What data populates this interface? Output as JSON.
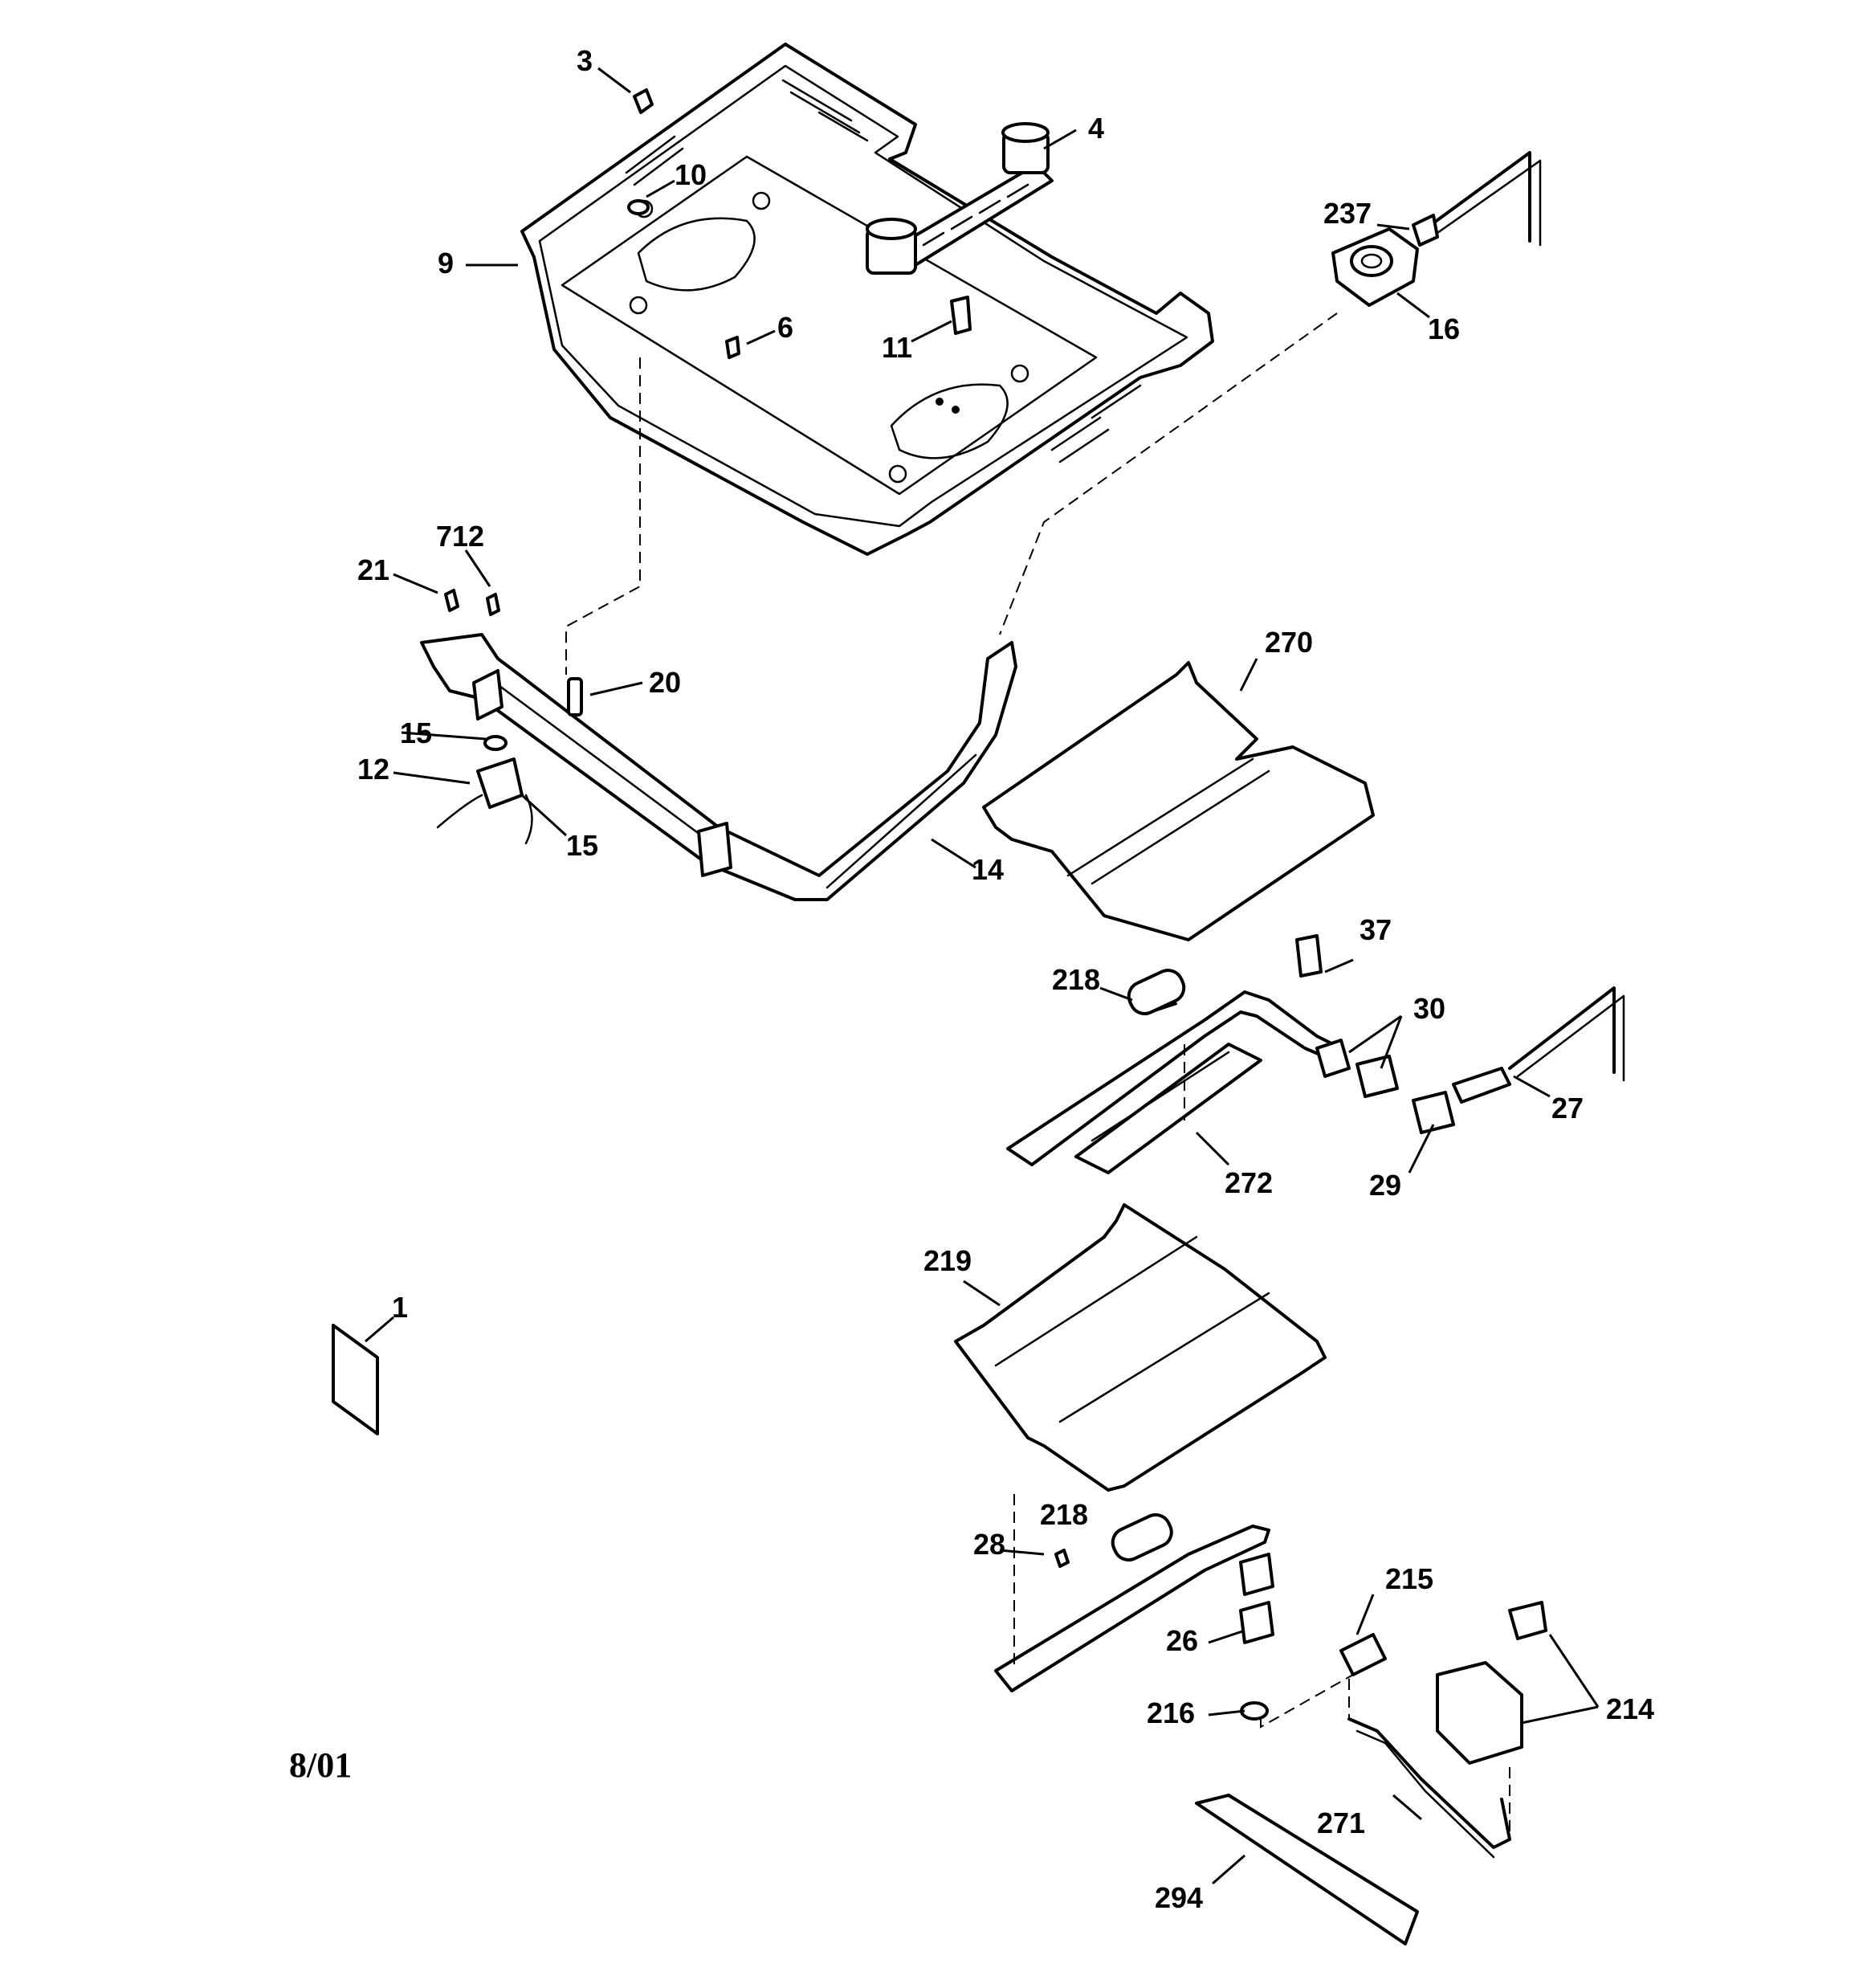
{
  "diagram": {
    "date_code": "8/01",
    "callouts": [
      {
        "id": "c3",
        "text": "3"
      },
      {
        "id": "c4",
        "text": "4"
      },
      {
        "id": "c10",
        "text": "10"
      },
      {
        "id": "c9",
        "text": "9"
      },
      {
        "id": "c237",
        "text": "237"
      },
      {
        "id": "c16",
        "text": "16"
      },
      {
        "id": "c6",
        "text": "6"
      },
      {
        "id": "c11",
        "text": "11"
      },
      {
        "id": "c712",
        "text": "712"
      },
      {
        "id": "c21",
        "text": "21"
      },
      {
        "id": "c20",
        "text": "20"
      },
      {
        "id": "c270",
        "text": "270"
      },
      {
        "id": "c15a",
        "text": "15"
      },
      {
        "id": "c12",
        "text": "12"
      },
      {
        "id": "c15b",
        "text": "15"
      },
      {
        "id": "c14",
        "text": "14"
      },
      {
        "id": "c37",
        "text": "37"
      },
      {
        "id": "c218a",
        "text": "218"
      },
      {
        "id": "c30",
        "text": "30"
      },
      {
        "id": "c27",
        "text": "27"
      },
      {
        "id": "c272",
        "text": "272"
      },
      {
        "id": "c29",
        "text": "29"
      },
      {
        "id": "c219",
        "text": "219"
      },
      {
        "id": "c1",
        "text": "1"
      },
      {
        "id": "c218b",
        "text": "218"
      },
      {
        "id": "c28",
        "text": "28"
      },
      {
        "id": "c215",
        "text": "215"
      },
      {
        "id": "c26",
        "text": "26"
      },
      {
        "id": "c216",
        "text": "216"
      },
      {
        "id": "c214",
        "text": "214"
      },
      {
        "id": "c271",
        "text": "271"
      },
      {
        "id": "c294",
        "text": "294"
      }
    ]
  }
}
